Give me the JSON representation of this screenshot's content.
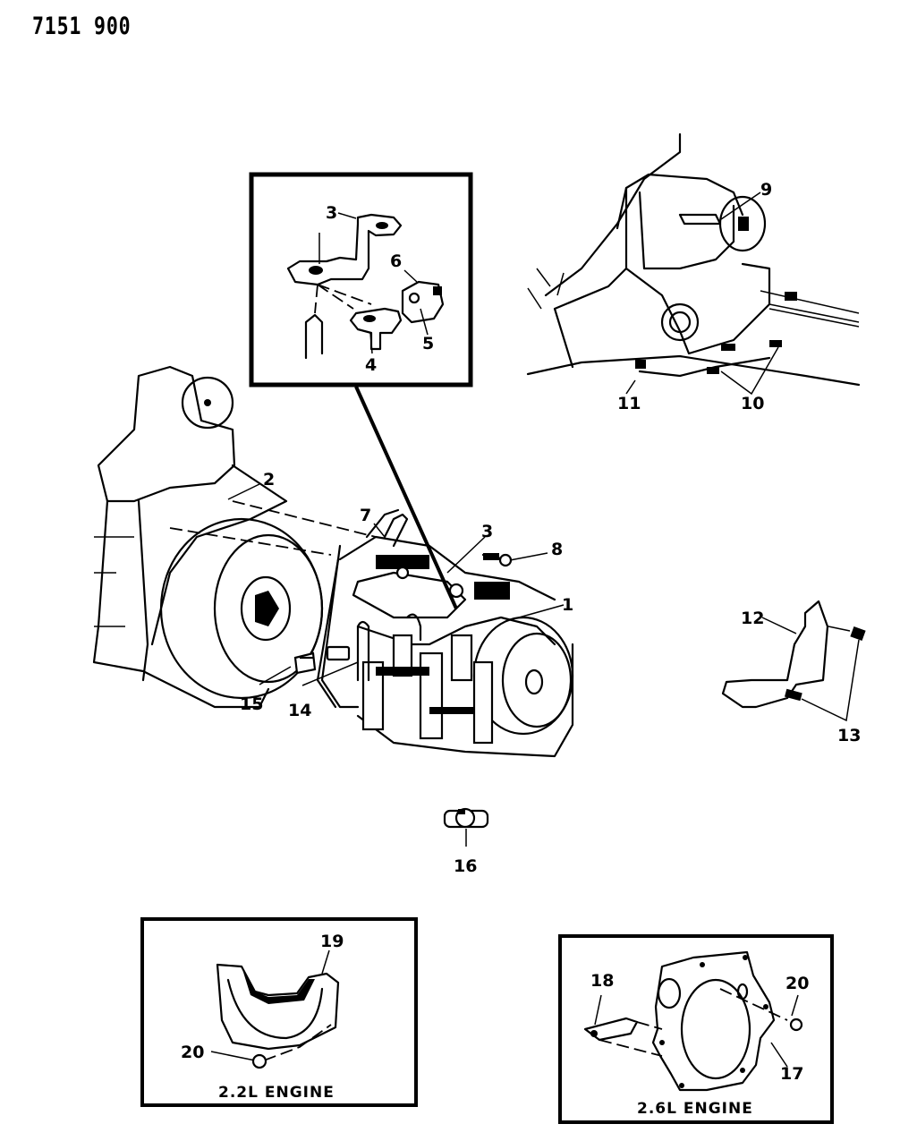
{
  "document": {
    "number": "7151 900",
    "colors": {
      "ink": "#000000",
      "paper": "#ffffff"
    }
  },
  "callouts": {
    "main": [
      "1",
      "2",
      "3",
      "7",
      "8",
      "14",
      "15",
      "16"
    ],
    "inset_bracket": [
      "3",
      "4",
      "5",
      "6"
    ],
    "inset_engine_mount": [
      "9",
      "10",
      "11"
    ],
    "inset_bracket_right": [
      "12",
      "13"
    ],
    "inset_22": [
      "19",
      "20"
    ],
    "inset_26": [
      "17",
      "18",
      "20"
    ]
  },
  "labels": {
    "c1": "1",
    "c2": "2",
    "c3": "3",
    "c3b": "3",
    "c4": "4",
    "c5": "5",
    "c6": "6",
    "c7": "7",
    "c8": "8",
    "c9": "9",
    "c10": "10",
    "c11": "11",
    "c12": "12",
    "c13": "13",
    "c14": "14",
    "c15": "15",
    "c16": "16",
    "c17": "17",
    "c18": "18",
    "c19": "19",
    "c20a": "20",
    "c20b": "20"
  },
  "captions": {
    "engine_22": "2.2L ENGINE",
    "engine_26": "2.6L ENGINE"
  }
}
